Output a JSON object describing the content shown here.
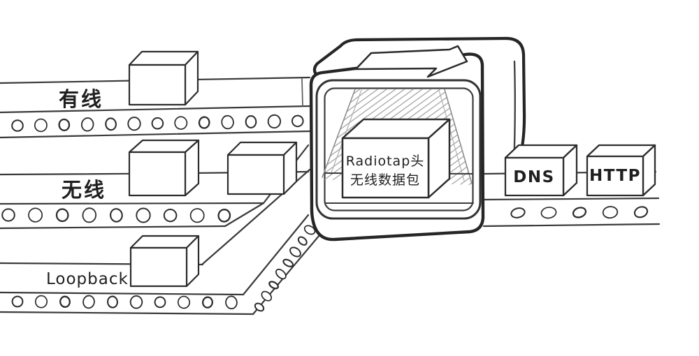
{
  "diagram": {
    "title_hint": "packet capture interfaces funneling into a scanner",
    "belts": {
      "wired": {
        "label": "有线"
      },
      "wireless": {
        "label": "无线"
      },
      "loopback": {
        "label": "Loopback"
      }
    },
    "machine": {
      "packet_label_line1": "Radiotap头",
      "packet_label_line2": "无线数据包",
      "arrow_icon": "right-arrow"
    },
    "output_belt": {
      "boxes": [
        {
          "label": "DNS"
        },
        {
          "label": "HTTP"
        }
      ]
    }
  },
  "colors": {
    "ink": "#2d2d2d",
    "line": "#3a3a3a",
    "hatch": "#9a9a9a",
    "background": "#ffffff"
  }
}
